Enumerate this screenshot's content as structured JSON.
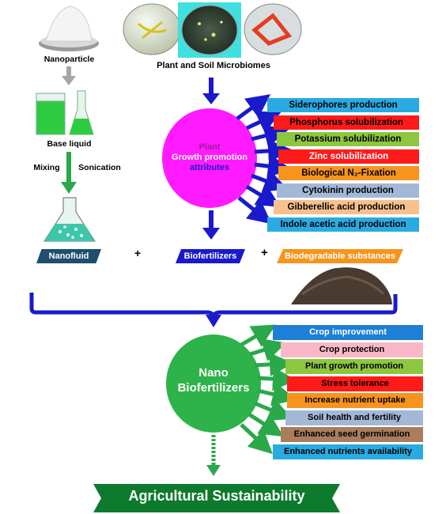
{
  "top": {
    "nanoparticle": "Nanoparticle",
    "microbiomes": "Plant  and Soil Microbiomes",
    "base_liquid": "Base liquid",
    "mixing": "Mixing",
    "sonication": "Sonication"
  },
  "center_circle": {
    "line1": "Plant",
    "line2": "Growth promotion",
    "line3": "attributes"
  },
  "attributes": [
    {
      "label": "Siderophores production",
      "color": "#29abe2",
      "text_color": "#000000"
    },
    {
      "label": "Phosphorus solubilization",
      "color": "#ff1a1a",
      "text_color": "#000000"
    },
    {
      "label": "Potassium solubilization",
      "color": "#8dc63f",
      "text_color": "#000000"
    },
    {
      "label": "Zinc solubilization",
      "color": "#ff1a1a",
      "text_color": "#ffffff"
    },
    {
      "label": "Biological N₂-Fixation",
      "color": "#f7941d",
      "text_color": "#000000"
    },
    {
      "label": "Cytokinin production",
      "color": "#a3b8d6",
      "text_color": "#000000"
    },
    {
      "label": "Gibberellic acid production",
      "color": "#f9c08f",
      "text_color": "#000000"
    },
    {
      "label": "Indole acetic acid production",
      "color": "#29abe2",
      "text_color": "#000000"
    }
  ],
  "row": {
    "nanofluid": "Nanofluid",
    "plus1": "+",
    "biofertilizers": "Biofertilizers",
    "plus2": "+",
    "biodegradable": "Biodegradable substances"
  },
  "nano_circle": {
    "line1": "Nano",
    "line2": "Biofertilizers"
  },
  "benefits": [
    {
      "label": "Crop improvement",
      "color": "#1e7fd6",
      "text_color": "#ffffff"
    },
    {
      "label": "Crop protection",
      "color": "#f9b8c8",
      "text_color": "#000000"
    },
    {
      "label": "Plant growth promotion",
      "color": "#8dc63f",
      "text_color": "#000000"
    },
    {
      "label": "Stress tolerance",
      "color": "#ff1a1a",
      "text_color": "#000000"
    },
    {
      "label": "Increase nutrient uptake",
      "color": "#f7941d",
      "text_color": "#000000"
    },
    {
      "label": "Soil health and fertility",
      "color": "#a3b8d6",
      "text_color": "#000000"
    },
    {
      "label": "Enhanced seed germination",
      "color": "#a97d5d",
      "text_color": "#000000"
    },
    {
      "label": "Enhanced nutrients availability",
      "color": "#29abe2",
      "text_color": "#000000"
    }
  ],
  "footer": {
    "title": "Agricultural Sustainability"
  },
  "colors": {
    "magenta": "#ff1aff",
    "green_circle": "#2db34a",
    "arrow_blue": "#1a1acc",
    "arrow_green": "#2aa84a",
    "footer_green": "#0d7a2e"
  }
}
